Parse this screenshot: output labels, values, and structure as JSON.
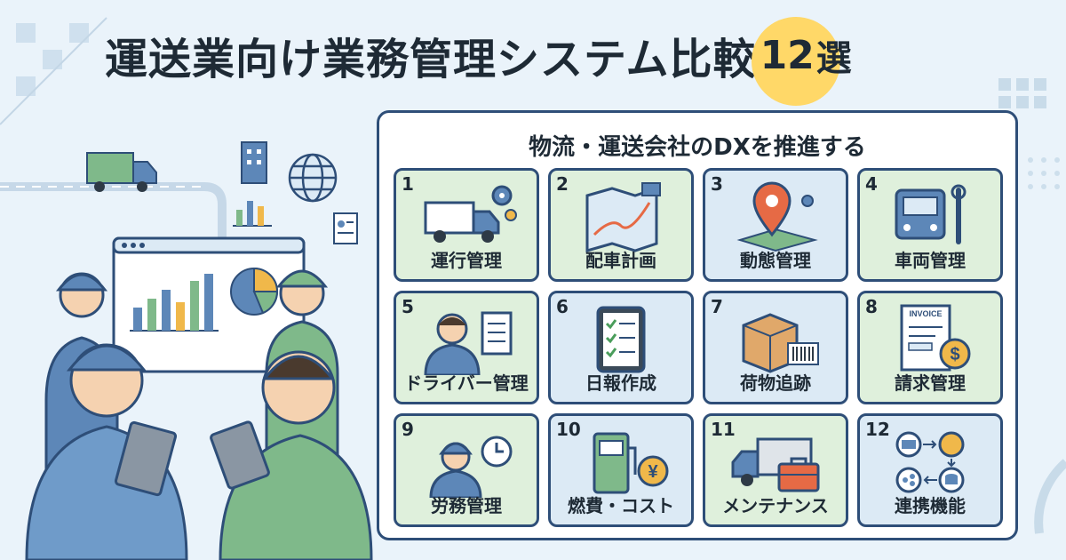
{
  "title": {
    "main": "運送業向け業務管理システム比較",
    "number": "12",
    "suffix": "選"
  },
  "panel": {
    "heading": "物流・運送会社のDXを推進する"
  },
  "cards": [
    {
      "number": "1",
      "label": "運行管理",
      "icon": "truck-gear-icon",
      "tint": "green"
    },
    {
      "number": "2",
      "label": "配車計画",
      "icon": "route-map-icon",
      "tint": "green"
    },
    {
      "number": "3",
      "label": "動態管理",
      "icon": "map-pin-icon",
      "tint": "blue"
    },
    {
      "number": "4",
      "label": "車両管理",
      "icon": "truck-wrench-icon",
      "tint": "green"
    },
    {
      "number": "5",
      "label": "ドライバー管理",
      "icon": "driver-clipboard-icon",
      "tint": "green"
    },
    {
      "number": "6",
      "label": "日報作成",
      "icon": "checklist-tablet-icon",
      "tint": "blue"
    },
    {
      "number": "7",
      "label": "荷物追跡",
      "icon": "package-barcode-icon",
      "tint": "blue"
    },
    {
      "number": "8",
      "label": "請求管理",
      "icon": "invoice-icon",
      "tint": "green"
    },
    {
      "number": "9",
      "label": "労務管理",
      "icon": "worker-clock-icon",
      "tint": "green"
    },
    {
      "number": "10",
      "label": "燃費・コスト",
      "icon": "fuel-yen-icon",
      "tint": "blue"
    },
    {
      "number": "11",
      "label": "メンテナンス",
      "icon": "truck-toolbox-icon",
      "tint": "green"
    },
    {
      "number": "12",
      "label": "連携機能",
      "icon": "integration-flow-icon",
      "tint": "blue"
    }
  ],
  "invoice_word": "INVOICE",
  "yen_symbol": "¥",
  "dollar_symbol": "$",
  "colors": {
    "navy": "#2e4e78",
    "green_card": "#dff0dc",
    "blue_card": "#dceaf5",
    "badge": "#ffd868",
    "background": "#eaf3fa"
  }
}
